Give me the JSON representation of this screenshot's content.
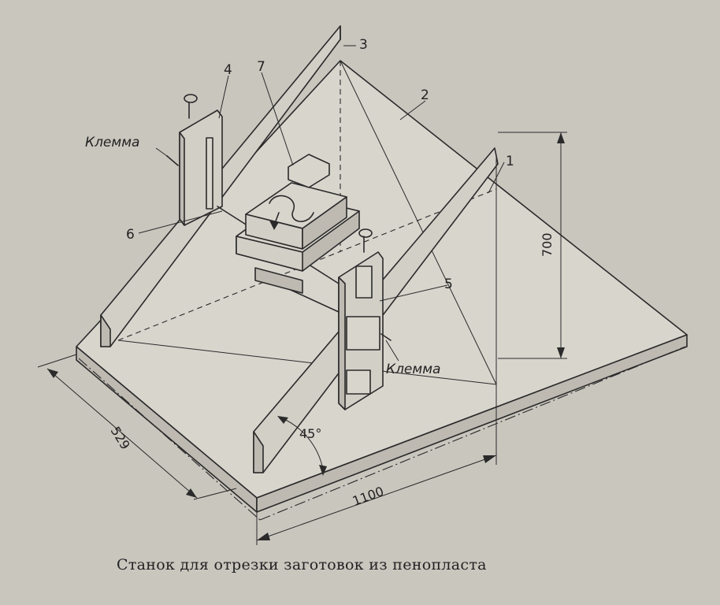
{
  "diagram": {
    "part_labels": [
      "1",
      "2",
      "3",
      "4",
      "5",
      "6",
      "7"
    ],
    "terminal_label": "Клемма",
    "dimensions": {
      "width": "1100",
      "depth": "529",
      "height": "700",
      "angle": "45°"
    },
    "caption": "Станок для отрезки заготовок из пенопласта"
  }
}
